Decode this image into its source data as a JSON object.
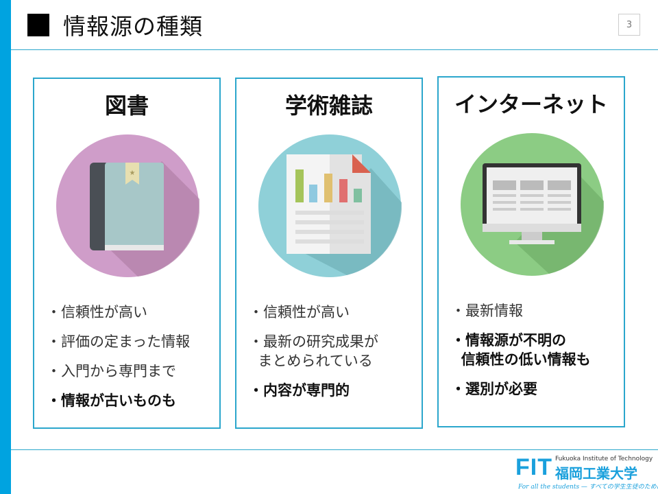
{
  "header": {
    "title": "情報源の種類",
    "page_number": "3"
  },
  "cards": [
    {
      "title": "図書",
      "icon": "book-icon",
      "items": [
        {
          "text": "・信頼性が高い",
          "bold": false
        },
        {
          "text": "・評価の定まった情報",
          "bold": false
        },
        {
          "text": "・入門から専門まで",
          "bold": false
        },
        {
          "text": "・情報が古いものも",
          "bold": true
        }
      ]
    },
    {
      "title": "学術雑誌",
      "icon": "journal-chart-icon",
      "items": [
        {
          "text": "・信頼性が高い",
          "bold": false
        },
        {
          "text": "・最新の研究成果が\n  まとめられている",
          "bold": false
        },
        {
          "text": "・内容が専門的",
          "bold": true
        }
      ]
    },
    {
      "title": "インターネット",
      "icon": "monitor-icon",
      "items": [
        {
          "text": "・最新情報",
          "bold": false
        },
        {
          "text": "・情報源が不明の\n  信頼性の低い情報も",
          "bold": true
        },
        {
          "text": "・選別が必要",
          "bold": true
        }
      ]
    }
  ],
  "footer": {
    "logo_main": "FIT",
    "logo_en": "Fukuoka Institute of Technology",
    "logo_jp": "福岡工業大学",
    "tagline": "For all the students — すべての学生生徒のために"
  },
  "colors": {
    "accent": "#00a3e0",
    "book_circle": "#cf9dc9",
    "journal_circle": "#8fd0d8",
    "internet_circle": "#8ccc84"
  }
}
